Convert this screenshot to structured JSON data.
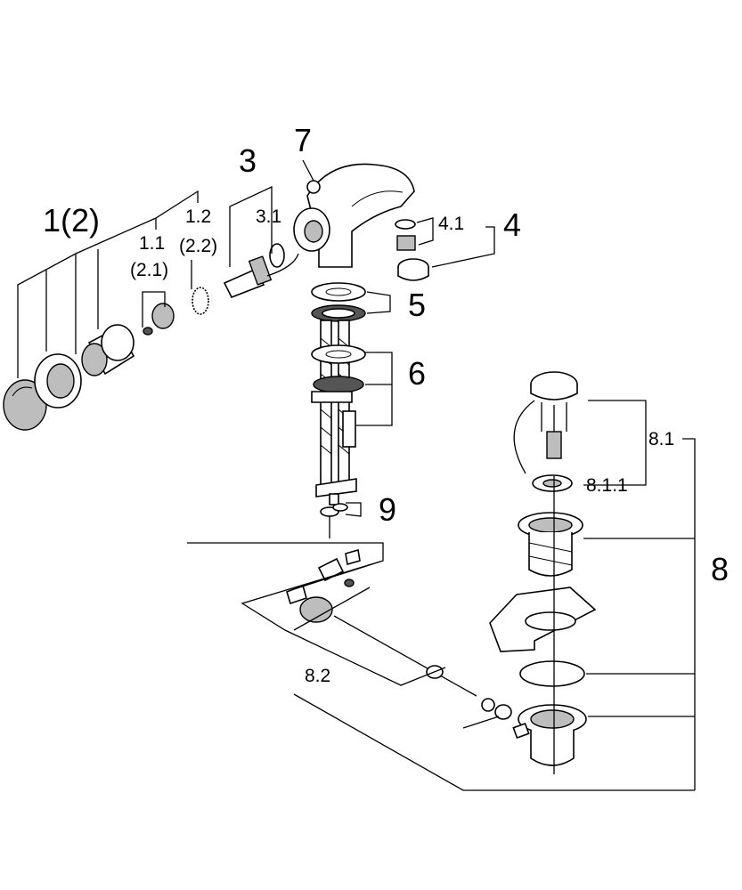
{
  "labels": {
    "l1_2": "1(2)",
    "l1_1": "1.1",
    "l2_1": "(2.1)",
    "l1_2b": "1.2",
    "l2_2": "(2.2)",
    "l3": "3",
    "l3_1": "3.1",
    "l7": "7",
    "l4": "4",
    "l4_1": "4.1",
    "l5": "5",
    "l6": "6",
    "l9": "9",
    "l8": "8",
    "l8_1": "8.1",
    "l8_1_1": "8.1.1",
    "l8_2": "8.2"
  }
}
